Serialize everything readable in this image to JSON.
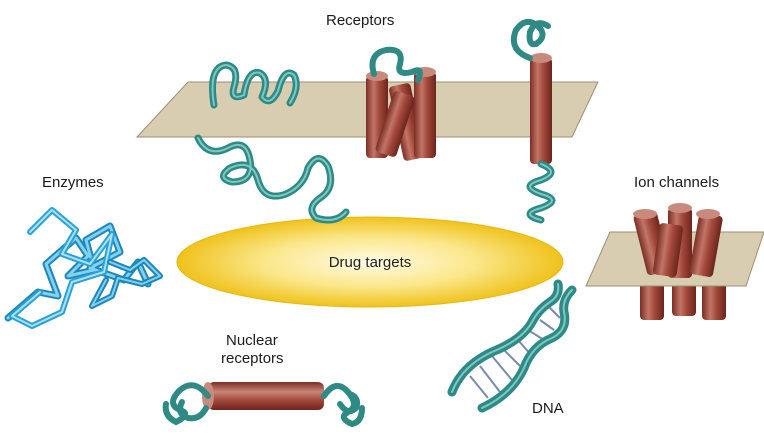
{
  "labels": {
    "receptors": "Receptors",
    "enzymes": "Enzymes",
    "ion_channels": "Ion channels",
    "drug_targets": "Drug targets",
    "nuclear_receptors_line1": "Nuclear",
    "nuclear_receptors_line2": "receptors",
    "dna": "DNA"
  },
  "colors": {
    "membrane": "#d8cdb0",
    "membrane_edge": "#9c8f72",
    "cylinder": "#a0483c",
    "cylinder_light": "#c98a7e",
    "ribbon_teal": "#2f8a86",
    "ribbon_teal_dark": "#1c5f5c",
    "enzyme_blue": "#45b4dc",
    "ellipse_yellow": "#f6d23a",
    "ellipse_core": "#fff6c9"
  },
  "icons": [
    "membrane-receptor-icon",
    "enzyme-ribbon-icon",
    "ion-channel-icon",
    "dna-helix-icon",
    "nuclear-receptor-icon"
  ]
}
